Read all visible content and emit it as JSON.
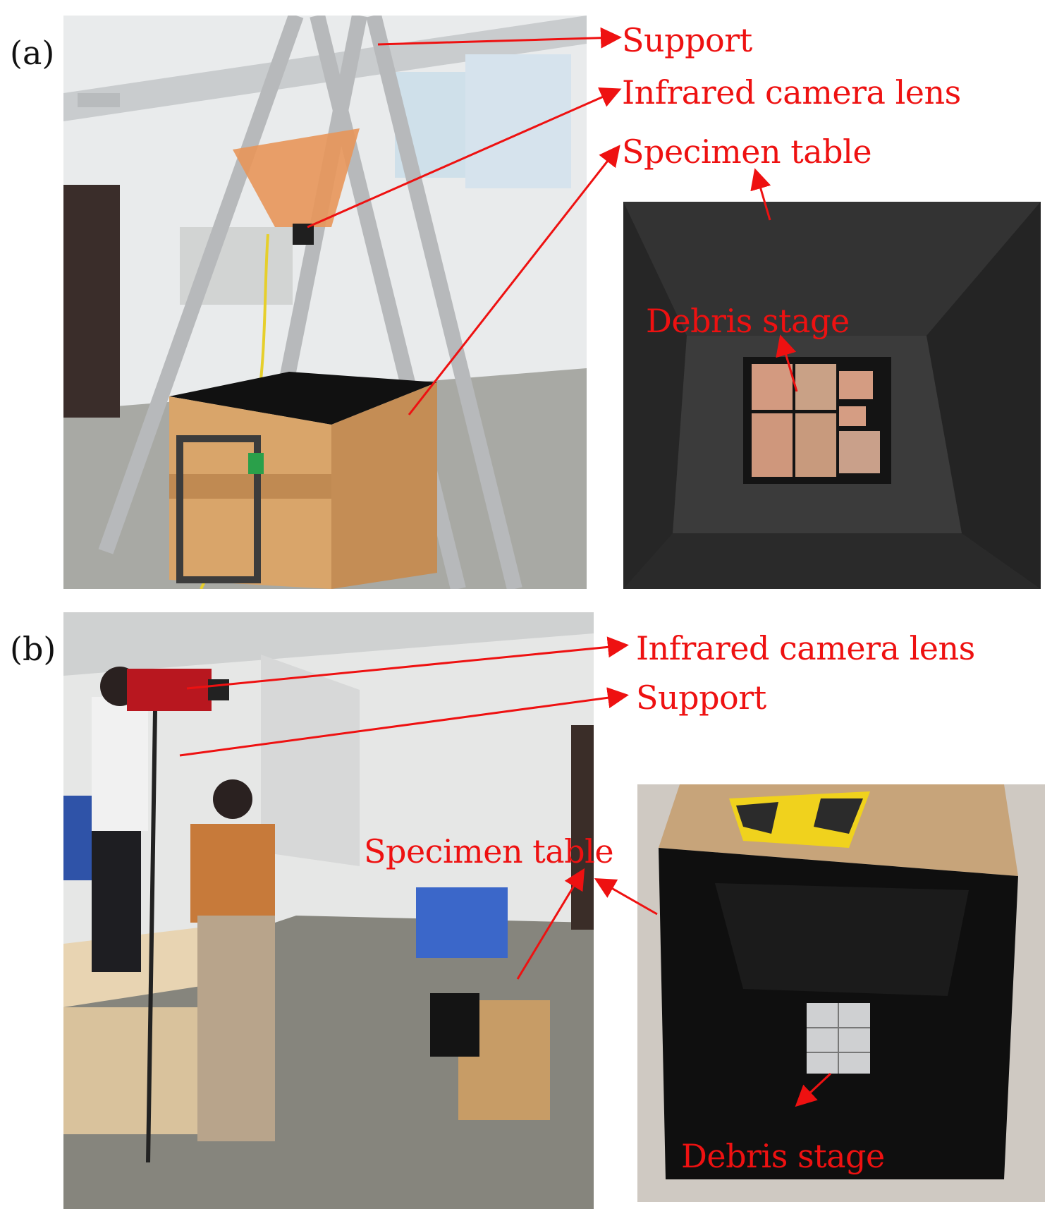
{
  "panel_a": {
    "label": "(a)",
    "annotations": {
      "support": "Support",
      "camera": "Infrared camera lens",
      "table": "Specimen table",
      "debris": "Debris stage"
    }
  },
  "panel_b": {
    "label": "(b)",
    "annotations": {
      "camera": "Infrared camera lens",
      "support": "Support",
      "table": "Specimen table",
      "debris": "Debris stage"
    }
  },
  "colors": {
    "annotation": "#ee1111",
    "label": "#111111"
  }
}
